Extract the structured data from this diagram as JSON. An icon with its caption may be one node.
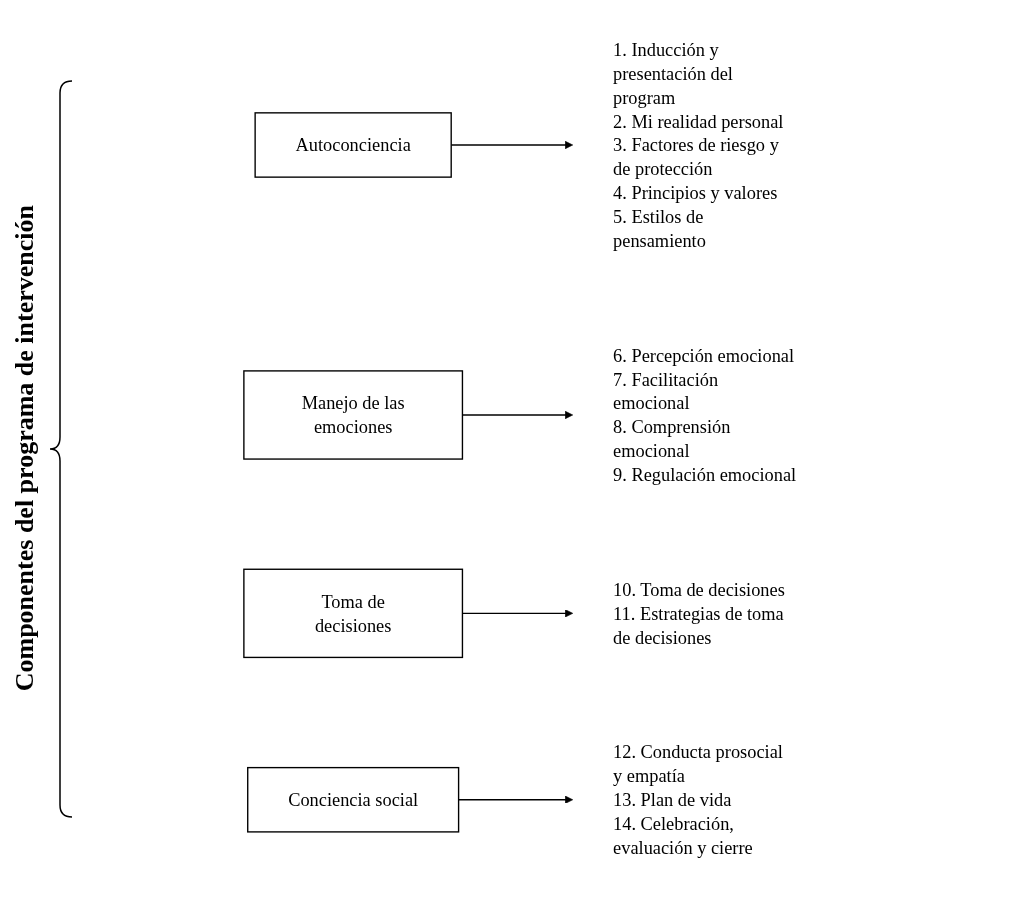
{
  "diagram": {
    "title": "Componentes del programa de intervención",
    "nodes": [
      {
        "text": [
          "Autoconciencia"
        ]
      },
      {
        "text": [
          "1. Inducción y presentación del program",
          "2. Mi realidad personal",
          "3. Factores de riesgo y de protección",
          "4. Principios y valores",
          "5. Estilos de pensamiento"
        ]
      },
      {
        "text": [
          "Manejo de las emociones"
        ]
      },
      {
        "text": [
          "6. Percepción emocional",
          "7. Facilitación emocional",
          "8. Comprensión emocional",
          "9. Regulación emocional"
        ]
      },
      {
        "text": [
          "Toma de decisiones"
        ]
      },
      {
        "text": [
          "10. Toma de decisiones",
          "11. Estrategias de toma de decisiones"
        ]
      },
      {
        "text": [
          "Conciencia social"
        ]
      },
      {
        "text": [
          "12. Conducta prosocial y empatía",
          "13. Plan de vida",
          "14. Celebración, evaluación y cierre"
        ]
      }
    ],
    "edges": [
      {
        "from": 0,
        "to": 1,
        "arrow": "to"
      },
      {
        "from": 2,
        "to": 3,
        "arrow": "to"
      },
      {
        "from": 4,
        "to": 5,
        "arrow": "to"
      },
      {
        "from": 6,
        "to": 7,
        "arrow": "to"
      }
    ]
  }
}
